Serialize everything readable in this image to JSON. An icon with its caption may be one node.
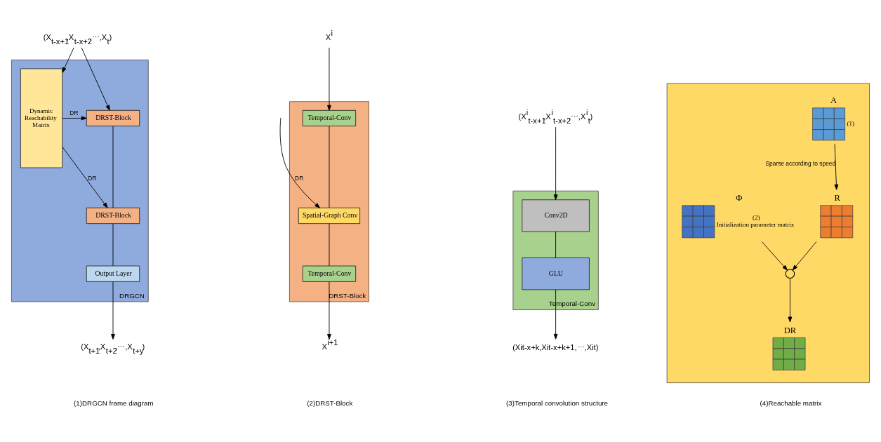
{
  "diagram": {
    "nodes": [
      {
        "text": [
          "DRGCN"
        ]
      },
      {
        "text": [
          "(X$_{t-x+1}$,X$_{t-x+2}$,⋯,X$_{t}$)"
        ]
      },
      {
        "text": [
          "DRST-Block"
        ],
        "in": 0
      },
      {
        "text": [
          "DRST-Block"
        ],
        "in": 0
      },
      {
        "text": [
          "Output Layer"
        ],
        "in": 0
      },
      {
        "text": [
          "Dynamic Reachability Matrix"
        ],
        "in": 0
      },
      {
        "text": [
          "(X$_{t+1}$,X$_{t+2}$,⋯,X$_{t+y}$)"
        ]
      },
      {
        "text": [
          "DRST-Block"
        ]
      },
      {
        "text": [
          "X$^{i}$"
        ]
      },
      {
        "text": [
          "Temporal-Conv"
        ],
        "in": 7
      },
      {
        "text": [
          "Spatial-Graph Conv"
        ],
        "in": 7
      },
      {
        "text": [
          "Temporal-Conv"
        ],
        "in": 7
      },
      {
        "text": [
          "X$^{i+1}$"
        ]
      },
      {
        "text": [
          "Temporal-Conv"
        ]
      },
      {
        "text": [
          "(X$^{i}$$_{t-x+1}$,X$^{i}$$_{t-x+2}$,⋯,X$^{i}$$_{t}$)"
        ]
      },
      {
        "text": [
          "Conv2D"
        ],
        "in": 13
      },
      {
        "text": [
          "GLU"
        ],
        "in": 13
      },
      {
        "text": [
          "(Xit-x+k,Xit-x+k+1,⋯,Xit)"
        ]
      },
      {
        "text": [],
        "shape": "box"
      },
      {
        "text": [
          "A"
        ],
        "in": 18,
        "beside": [
          "(1)"
        ]
      },
      {
        "text": [
          "Φ"
        ],
        "in": 18,
        "beside": [
          "(2)",
          "Initialization parameter matrix"
        ]
      },
      {
        "text": [
          "R"
        ],
        "in": 18
      },
      {
        "text": [],
        "shape": "circle",
        "in": 18
      },
      {
        "text": [
          "DR"
        ],
        "in": 18
      }
    ],
    "edges": [
      {
        "from": 1,
        "to": 2,
        "arrow": "to"
      },
      {
        "from": 1,
        "to": 5,
        "arrow": "to"
      },
      {
        "from": 5,
        "to": 2,
        "arrow": "to",
        "label": "DR"
      },
      {
        "from": 5,
        "to": 3,
        "arrow": "to",
        "label": "DR"
      },
      {
        "from": 2,
        "to": 3,
        "arrow": "none"
      },
      {
        "from": 3,
        "to": 4,
        "arrow": "none"
      },
      {
        "from": 4,
        "to": 6,
        "arrow": "to"
      },
      {
        "from": 8,
        "to": 9,
        "arrow": "to"
      },
      {
        "from": 9,
        "to": 10,
        "arrow": "none"
      },
      {
        "from": 10,
        "to": 11,
        "arrow": "none"
      },
      {
        "from": 11,
        "to": 12,
        "arrow": "to"
      },
      {
        "from": null,
        "to": 10,
        "arrow": "to",
        "label": "DR"
      },
      {
        "from": 14,
        "to": 15,
        "arrow": "to"
      },
      {
        "from": 15,
        "to": 16,
        "arrow": "none"
      },
      {
        "from": 16,
        "to": 17,
        "arrow": "to"
      },
      {
        "from": 19,
        "to": 21,
        "arrow": "to",
        "label": "Sparse according to speed"
      },
      {
        "from": 20,
        "to": 22,
        "arrow": "to"
      },
      {
        "from": 21,
        "to": 22,
        "arrow": "to"
      },
      {
        "from": 22,
        "to": 23,
        "arrow": "to"
      }
    ],
    "labels": [
      "(1)DRGCN frame diagram",
      "(2)DRST-Block",
      "(3)Temporal convolution structure",
      "(4)Reachable matrix"
    ]
  }
}
